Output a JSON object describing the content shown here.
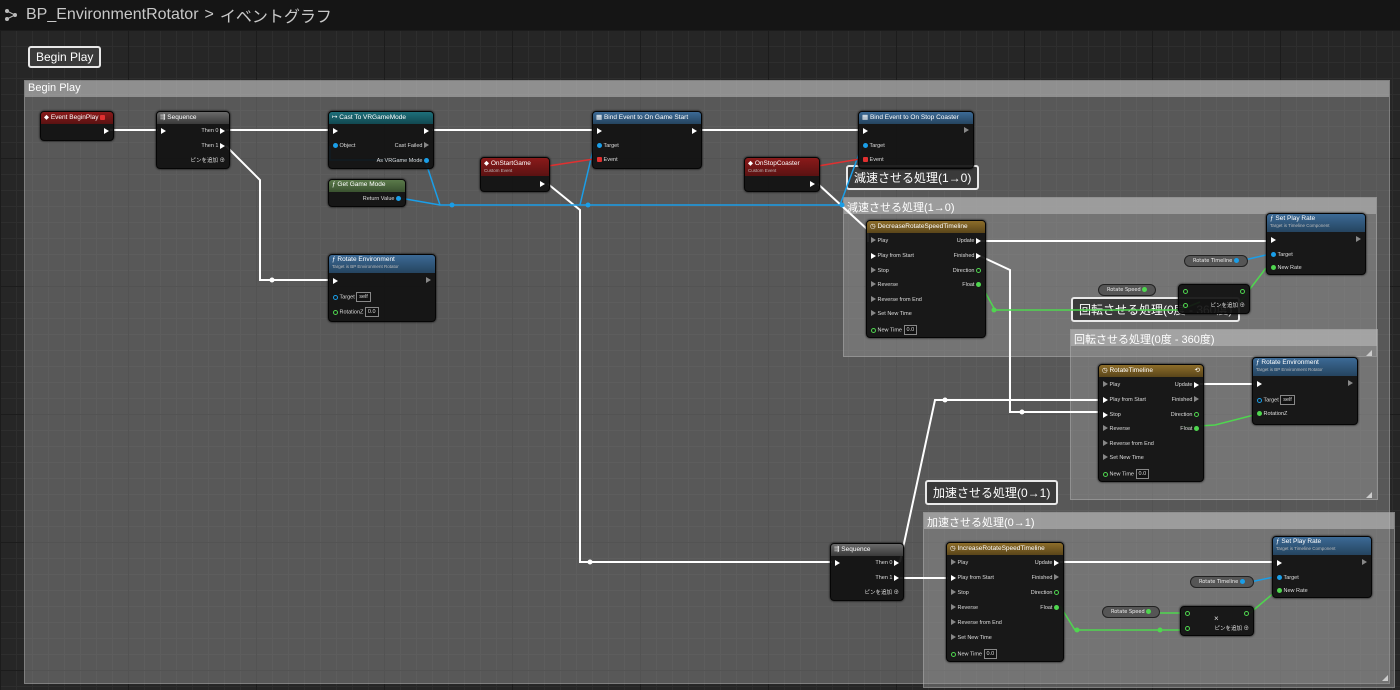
{
  "header": {
    "blueprint_name": "BP_EnvironmentRotator",
    "separator": ">",
    "graph_name": "イベントグラフ"
  },
  "comments": {
    "begin_play_bubble": "Begin Play",
    "begin_play_title": "Begin Play",
    "decrease_bubble": "減速させる処理(1→0)",
    "decrease_title": "減速させる処理(1→0)",
    "rotate_bubble": "回転させる処理(0度 - 360度)",
    "rotate_title": "回転させる処理(0度 - 360度)",
    "increase_bubble": "加速させる処理(0→1)",
    "increase_title": "加速させる処理(0→1)"
  },
  "nodes": {
    "event_begin_play": {
      "title": "Event BeginPlay"
    },
    "sequence1": {
      "title": "Sequence",
      "then0": "Then 0",
      "then1": "Then 1",
      "add_pin": "ピンを追加 ⊕"
    },
    "cast": {
      "title": "Cast To VRGameMode",
      "object": "Object",
      "cast_failed": "Cast Failed",
      "as": "As VRGame Mode"
    },
    "get_game_mode": {
      "title": "Get Game Mode",
      "return_value": "Return Value"
    },
    "rotate_env1": {
      "title": "Rotate Environment",
      "subtitle": "Target is BP Environment Rotator",
      "target": "Target",
      "target_val": "self",
      "rotation": "RotationZ",
      "rotation_val": "0.0"
    },
    "bind_start": {
      "title": "Bind Event to On Game Start",
      "target": "Target",
      "event": "Event"
    },
    "bind_stop": {
      "title": "Bind Event to On Stop Coaster",
      "target": "Target",
      "event": "Event"
    },
    "on_start_game": {
      "title": "OnStartGame",
      "subtitle": "Custom Event"
    },
    "on_stop_coaster": {
      "title": "OnStopCoaster",
      "subtitle": "Custom Event"
    },
    "decrease_tl": {
      "title": "DecreaseRotateSpeedTimeline",
      "play": "Play",
      "play_start": "Play from Start",
      "stop": "Stop",
      "reverse": "Reverse",
      "reverse_end": "Reverse from End",
      "set_time": "Set New Time",
      "new_time": "New Time",
      "new_time_val": "0.0",
      "update": "Update",
      "finished": "Finished",
      "direction": "Direction",
      "float": "Float"
    },
    "set_play_rate1": {
      "title": "Set Play Rate",
      "subtitle": "Target is Timeline Component",
      "target": "Target",
      "new_rate": "New Rate"
    },
    "rotate_timeline_ref1": {
      "label": "Rotate Timeline"
    },
    "rotate_speed_ref1": {
      "label": "Rotate Speed"
    },
    "mult1": {
      "add_pin": "ピンを追加 ⊕"
    },
    "rotate_tl": {
      "title": "RotateTimeline",
      "play": "Play",
      "play_start": "Play from Start",
      "stop": "Stop",
      "reverse": "Reverse",
      "reverse_end": "Reverse from End",
      "set_time": "Set New Time",
      "new_time": "New Time",
      "new_time_val": "0.0",
      "update": "Update",
      "finished": "Finished",
      "direction": "Direction",
      "float": "Float"
    },
    "rotate_env2": {
      "title": "Rotate Environment",
      "subtitle": "Target is BP Environment Rotator",
      "target": "Target",
      "target_val": "self",
      "rotation": "RotationZ"
    },
    "sequence2": {
      "title": "Sequence",
      "then0": "Then 0",
      "then1": "Then 1",
      "add_pin": "ピンを追加 ⊕"
    },
    "increase_tl": {
      "title": "IncreaseRotateSpeedTimeline",
      "play": "Play",
      "play_start": "Play from Start",
      "stop": "Stop",
      "reverse": "Reverse",
      "reverse_end": "Reverse from End",
      "set_time": "Set New Time",
      "new_time": "New Time",
      "new_time_val": "0.0",
      "update": "Update",
      "finished": "Finished",
      "direction": "Direction",
      "float": "Float"
    },
    "set_play_rate2": {
      "title": "Set Play Rate",
      "subtitle": "Target is Timeline Component",
      "target": "Target",
      "new_rate": "New Rate"
    },
    "rotate_timeline_ref2": {
      "label": "Rotate Timeline"
    },
    "rotate_speed_ref2": {
      "label": "Rotate Speed"
    },
    "mult2": {
      "symbol": "×",
      "add_pin": "ピンを追加 ⊕"
    }
  },
  "colors": {
    "exec_wire": "#ffffff",
    "object_wire": "#1a9ee8",
    "float_wire": "#4fd64f",
    "event_wire": "#e03030"
  }
}
